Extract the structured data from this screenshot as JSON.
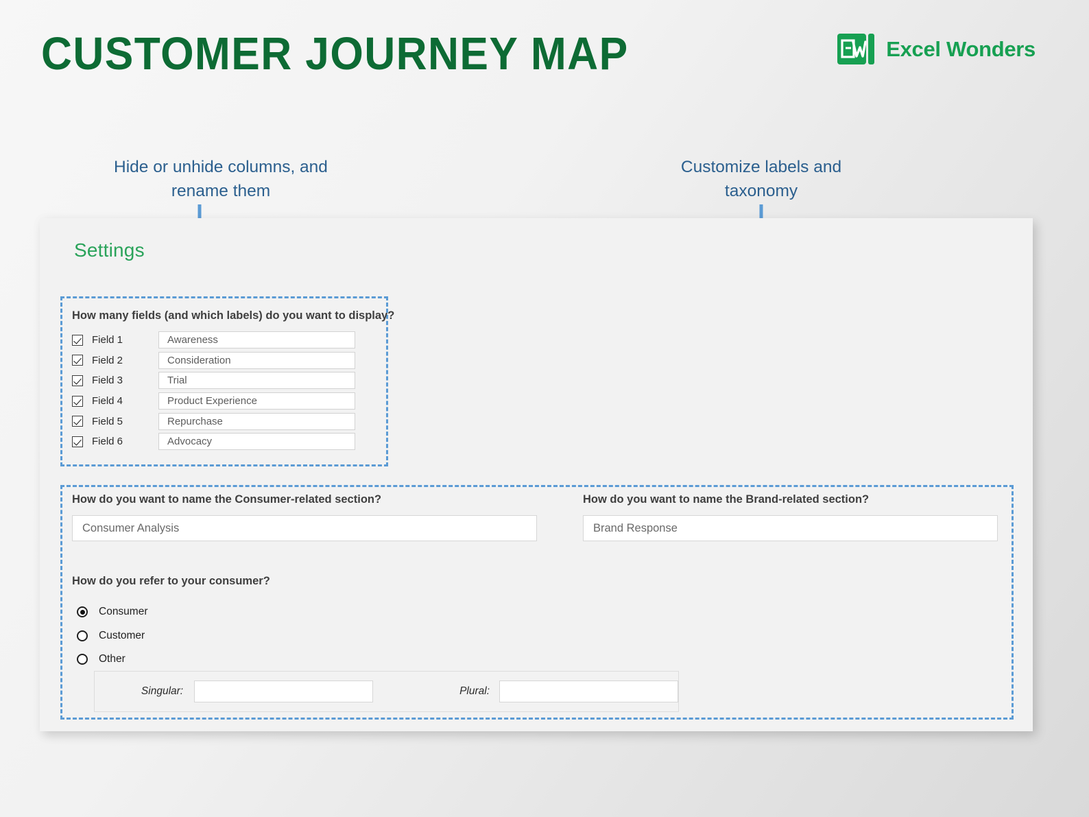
{
  "header": {
    "title": "CUSTOMER JOURNEY MAP",
    "brand_name": "Excel Wonders",
    "brand_mark_text": "EW",
    "brand_color": "#17a052",
    "title_color": "#0d6b34"
  },
  "callouts": [
    {
      "text": "Hide or unhide columns, and\nrename them",
      "color": "#2b5f8e"
    },
    {
      "text": "Customize labels and\ntaxonomy",
      "color": "#2b5f8e"
    }
  ],
  "card": {
    "settings_title": "Settings",
    "settings_title_color": "#2aa35a",
    "dashed_border_color": "#5b9bd5"
  },
  "fields_section": {
    "question": "How many fields (and which labels) do you want to display?",
    "rows": [
      {
        "checked": true,
        "label": "Field 1",
        "value": "Awareness"
      },
      {
        "checked": true,
        "label": "Field 2",
        "value": "Consideration"
      },
      {
        "checked": true,
        "label": "Field 3",
        "value": "Trial"
      },
      {
        "checked": true,
        "label": "Field 4",
        "value": "Product Experience"
      },
      {
        "checked": true,
        "label": "Field 5",
        "value": "Repurchase"
      },
      {
        "checked": true,
        "label": "Field 6",
        "value": "Advocacy"
      }
    ]
  },
  "taxonomy_section": {
    "consumer_section_question": "How do you want to name the Consumer-related section?",
    "consumer_section_value": "Consumer Analysis",
    "brand_section_question": "How do you want to name the Brand-related section?",
    "brand_section_value": "Brand Response",
    "refer_question": "How do you refer to your consumer?",
    "refer_options": [
      {
        "label": "Consumer",
        "selected": true
      },
      {
        "label": "Customer",
        "selected": false
      },
      {
        "label": "Other",
        "selected": false
      }
    ],
    "singular_label": "Singular:",
    "singular_value": "",
    "plural_label": "Plural:",
    "plural_value": ""
  }
}
